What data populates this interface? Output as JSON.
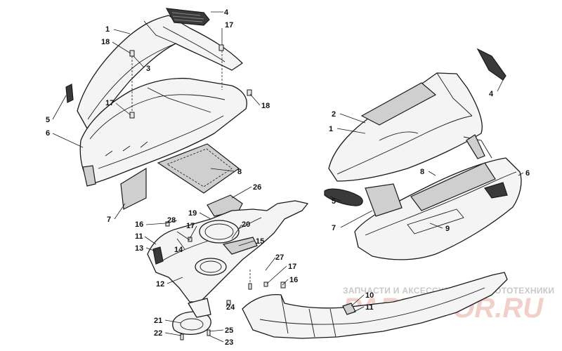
{
  "callouts": [
    {
      "id": "c1a",
      "label": "1"
    },
    {
      "id": "c18a",
      "label": "18"
    },
    {
      "id": "c4a",
      "label": "4"
    },
    {
      "id": "c17a",
      "label": "17"
    },
    {
      "id": "c3",
      "label": "3"
    },
    {
      "id": "c17b",
      "label": "17"
    },
    {
      "id": "c18b",
      "label": "18"
    },
    {
      "id": "c5a",
      "label": "5"
    },
    {
      "id": "c6a",
      "label": "6"
    },
    {
      "id": "c8a",
      "label": "8"
    },
    {
      "id": "c26",
      "label": "26"
    },
    {
      "id": "c7a",
      "label": "7"
    },
    {
      "id": "c16a",
      "label": "16"
    },
    {
      "id": "c28",
      "label": "28"
    },
    {
      "id": "c19",
      "label": "19"
    },
    {
      "id": "c17c",
      "label": "17"
    },
    {
      "id": "c20",
      "label": "20"
    },
    {
      "id": "c11a",
      "label": "11"
    },
    {
      "id": "c15",
      "label": "15"
    },
    {
      "id": "c13",
      "label": "13"
    },
    {
      "id": "c14",
      "label": "14"
    },
    {
      "id": "c27",
      "label": "27"
    },
    {
      "id": "c12",
      "label": "12"
    },
    {
      "id": "c17d",
      "label": "17"
    },
    {
      "id": "c16b",
      "label": "16"
    },
    {
      "id": "c24",
      "label": "24"
    },
    {
      "id": "c21",
      "label": "21"
    },
    {
      "id": "c22",
      "label": "22"
    },
    {
      "id": "c25",
      "label": "25"
    },
    {
      "id": "c23",
      "label": "23"
    },
    {
      "id": "c2",
      "label": "2"
    },
    {
      "id": "c1b",
      "label": "1"
    },
    {
      "id": "c4b",
      "label": "4"
    },
    {
      "id": "c6b",
      "label": "6"
    },
    {
      "id": "c8b",
      "label": "8"
    },
    {
      "id": "c5b",
      "label": "5"
    },
    {
      "id": "c7b",
      "label": "7"
    },
    {
      "id": "c9",
      "label": "9"
    },
    {
      "id": "c10",
      "label": "10"
    },
    {
      "id": "c11b",
      "label": "11"
    }
  ],
  "watermark": {
    "caption": "ЗАПЧАСТИ И АКСЕССУАРЫ ДЛЯ МОТОТЕХНИКИ",
    "logo": "PARTSFOR.RU"
  }
}
